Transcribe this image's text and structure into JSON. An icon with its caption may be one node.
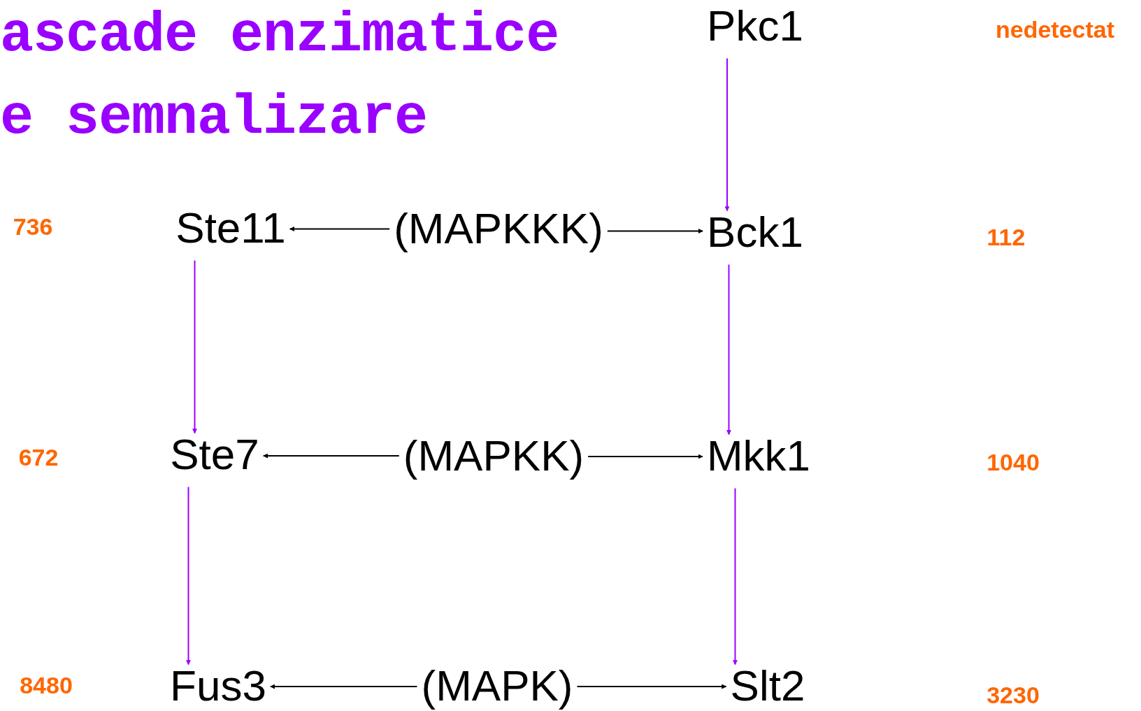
{
  "diagram": {
    "title": "ascade enzimatice e semnalizare",
    "nodes": [
      {
        "text": [
          "Pkc1"
        ]
      },
      {
        "text": [
          "Ste11"
        ]
      },
      {
        "text": [
          "(MAPKKK)"
        ]
      },
      {
        "text": [
          "Bck1"
        ]
      },
      {
        "text": [
          "Ste7"
        ]
      },
      {
        "text": [
          "(MAPKK)"
        ]
      },
      {
        "text": [
          "Mkk1"
        ]
      },
      {
        "text": [
          "Fus3"
        ]
      },
      {
        "text": [
          "(MAPK)"
        ]
      },
      {
        "text": [
          "Slt2"
        ]
      }
    ],
    "edges": [
      {
        "from": 0,
        "to": 3,
        "arrow": "to",
        "color": "#9900ff"
      },
      {
        "from": 2,
        "to": 1,
        "arrow": "to"
      },
      {
        "from": 2,
        "to": 3,
        "arrow": "to"
      },
      {
        "from": 1,
        "to": 4,
        "arrow": "to",
        "color": "#9900ff"
      },
      {
        "from": 3,
        "to": 6,
        "arrow": "to",
        "color": "#9900ff"
      },
      {
        "from": 5,
        "to": 4,
        "arrow": "to"
      },
      {
        "from": 5,
        "to": 6,
        "arrow": "to"
      },
      {
        "from": 4,
        "to": 7,
        "arrow": "to",
        "color": "#9900ff"
      },
      {
        "from": 6,
        "to": 9,
        "arrow": "to",
        "color": "#9900ff"
      },
      {
        "from": 8,
        "to": 7,
        "arrow": "to"
      },
      {
        "from": 8,
        "to": 9,
        "arrow": "to"
      }
    ],
    "labels": [
      "nedetectat",
      "736",
      "112",
      "672",
      "1040",
      "8480",
      "3230"
    ]
  }
}
